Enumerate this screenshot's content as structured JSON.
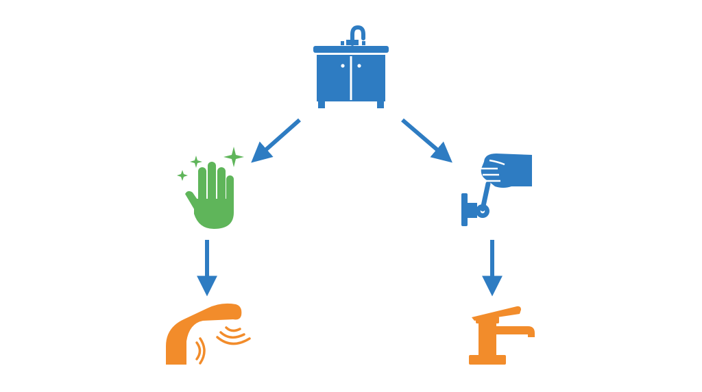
{
  "colors": {
    "blue": "#2e7cc2",
    "green": "#5fb55a",
    "orange": "#f28c2b",
    "background": "#ffffff"
  },
  "nodes": [
    {
      "id": "sink",
      "icon": "sink-cabinet-icon"
    },
    {
      "id": "clean-hand",
      "icon": "clean-hand-icon"
    },
    {
      "id": "lever-hand",
      "icon": "hand-pulling-lever-icon"
    },
    {
      "id": "sensor-faucet",
      "icon": "sensor-faucet-icon"
    },
    {
      "id": "lever-faucet",
      "icon": "lever-faucet-icon"
    }
  ],
  "edges": [
    {
      "from": "sink",
      "to": "clean-hand"
    },
    {
      "from": "sink",
      "to": "lever-hand"
    },
    {
      "from": "clean-hand",
      "to": "sensor-faucet"
    },
    {
      "from": "lever-hand",
      "to": "lever-faucet"
    }
  ]
}
